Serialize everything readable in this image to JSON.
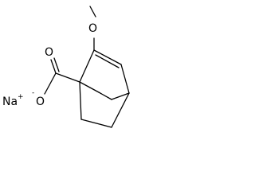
{
  "molecule": {
    "atoms": {
      "methoxy_oxygen": "O",
      "carbonyl_oxygen": "O",
      "carboxylate_oxygen": "O",
      "carboxylate_charge": "-",
      "sodium": "Na",
      "sodium_charge": "+"
    }
  }
}
